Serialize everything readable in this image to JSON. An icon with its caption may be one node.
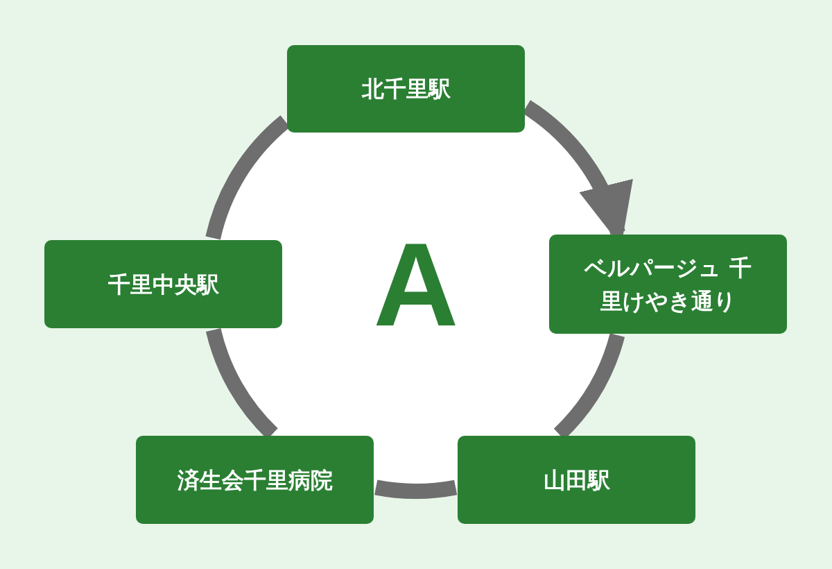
{
  "diagram": {
    "nodes": [
      {
        "text": [
          "A"
        ]
      },
      {
        "text": [
          "北千里駅"
        ]
      },
      {
        "text": [
          "ベルパージュ 千里けやき通り"
        ]
      },
      {
        "text": [
          "山田駅"
        ]
      },
      {
        "text": [
          "済生会千里病院"
        ]
      },
      {
        "text": [
          "千里中央駅"
        ]
      }
    ],
    "edges": [
      {
        "from": 1,
        "to": 2,
        "arrow": "to"
      },
      {
        "from": 2,
        "to": 3,
        "arrow": "none"
      },
      {
        "from": 3,
        "to": 4,
        "arrow": "none"
      },
      {
        "from": 4,
        "to": 5,
        "arrow": "none"
      },
      {
        "from": 5,
        "to": 1,
        "arrow": "none"
      }
    ]
  }
}
